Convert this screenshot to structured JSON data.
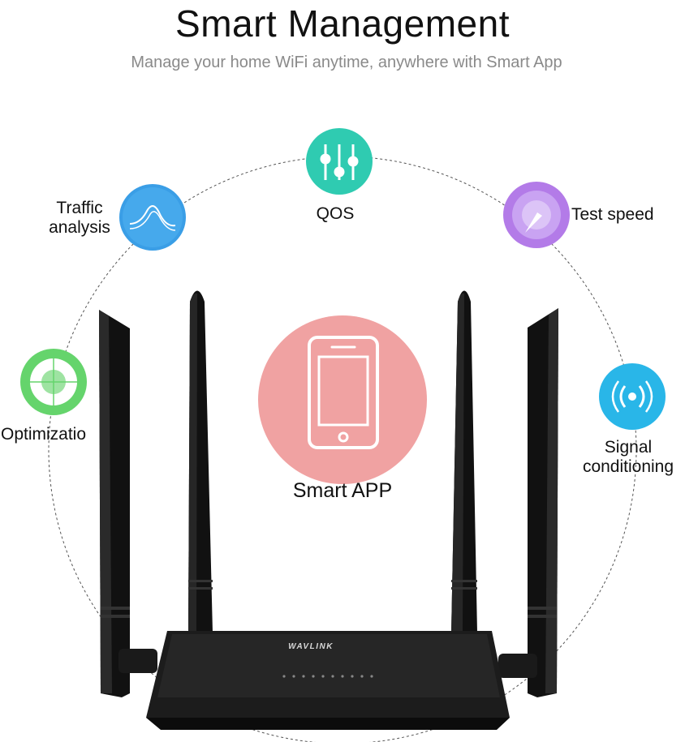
{
  "header": {
    "title": "Smart  Management",
    "subtitle": "Manage your home WiFi anytime, anywhere with Smart App"
  },
  "features": {
    "traffic": {
      "line1": "Traffic",
      "line2": "analysis",
      "icon": "traffic-wave-icon",
      "color": "#3a9ee6"
    },
    "qos": {
      "label": "QOS",
      "icon": "qos-sliders-icon",
      "color": "#2fcbb1"
    },
    "speed": {
      "label": "Test speed",
      "icon": "speedometer-icon",
      "color": "#b37be8"
    },
    "optimization": {
      "label": "Optimizatio",
      "icon": "optimization-target-icon",
      "color": "#65d46c"
    },
    "signal": {
      "line1": "Signal",
      "line2": "conditioning",
      "icon": "signal-wave-icon",
      "color": "#29b6e8"
    },
    "app": {
      "label": "Smart APP",
      "icon": "smartphone-icon",
      "color": "#f0a2a2"
    }
  },
  "router": {
    "brand": "WAVLINK"
  }
}
